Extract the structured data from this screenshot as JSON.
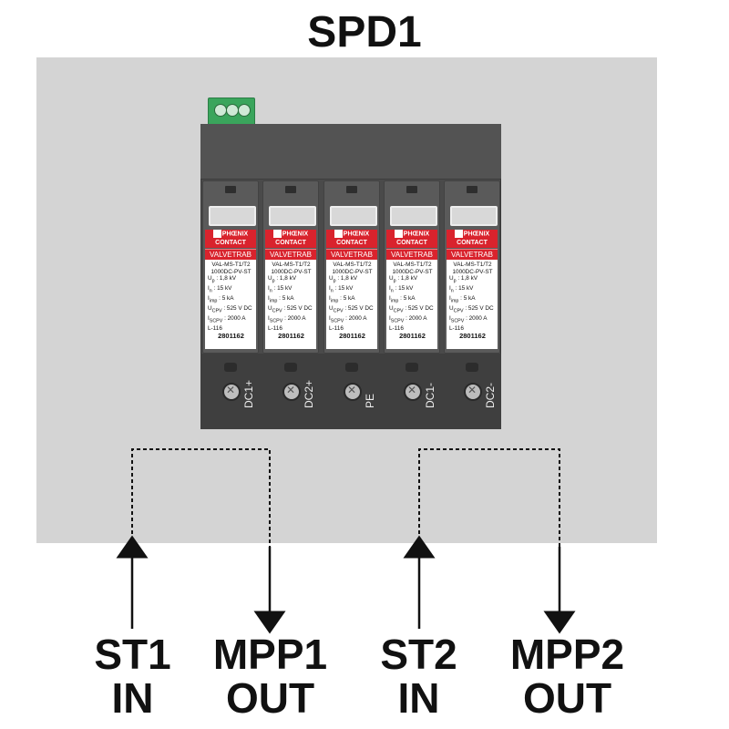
{
  "title": "SPD1",
  "connector": {
    "pins": 3,
    "color": "#3aa55c"
  },
  "modules": [
    {
      "brand": "PHŒNIX CONTACT",
      "series": "VALVETRAB",
      "model1": "VAL-MS-T1/T2",
      "model2": "1000DC-PV-ST",
      "up": "1,8 kV",
      "in": "15 kV",
      "imp": "5  kA",
      "ucpv": "525 V DC",
      "iscpv": "2000 A",
      "lnum": "L-116",
      "part": "2801162",
      "terminal": "DC1+"
    },
    {
      "brand": "PHŒNIX CONTACT",
      "series": "VALVETRAB",
      "model1": "VAL-MS-T1/T2",
      "model2": "1000DC-PV-ST",
      "up": "1,8 kV",
      "in": "15 kV",
      "imp": "5  kA",
      "ucpv": "525 V DC",
      "iscpv": "2000 A",
      "lnum": "L-116",
      "part": "2801162",
      "terminal": "DC2+"
    },
    {
      "brand": "PHŒNIX CONTACT",
      "series": "VALVETRAB",
      "model1": "VAL-MS-T1/T2",
      "model2": "1000DC-PV-ST",
      "up": "1,8 kV",
      "in": "15 kV",
      "imp": "5  kA",
      "ucpv": "525 V DC",
      "iscpv": "2000 A",
      "lnum": "L-116",
      "part": "2801162",
      "terminal": "PE"
    },
    {
      "brand": "PHŒNIX CONTACT",
      "series": "VALVETRAB",
      "model1": "VAL-MS-T1/T2",
      "model2": "1000DC-PV-ST",
      "up": "1,8 kV",
      "in": "15 kV",
      "imp": "5  kA",
      "ucpv": "525 V DC",
      "iscpv": "2000 A",
      "lnum": "L-116",
      "part": "2801162",
      "terminal": "DC1-"
    },
    {
      "brand": "PHŒNIX CONTACT",
      "series": "VALVETRAB",
      "model1": "VAL-MS-T1/T2",
      "model2": "1000DC-PV-ST",
      "up": "1,8 kV",
      "in": "15 kV",
      "imp": "5  kA",
      "ucpv": "525 V DC",
      "iscpv": "2000 A",
      "lnum": "L-116",
      "part": "2801162",
      "terminal": "DC2-"
    }
  ],
  "labels": {
    "st1": "ST1",
    "st1_sub": "IN",
    "mpp1": "MPP1",
    "mpp1_sub": "OUT",
    "st2": "ST2",
    "st2_sub": "IN",
    "mpp2": "MPP2",
    "mpp2_sub": "OUT"
  },
  "colors": {
    "panel": "#d4d4d4",
    "device": "#4a4a4a",
    "brand_red": "#d9232d"
  }
}
